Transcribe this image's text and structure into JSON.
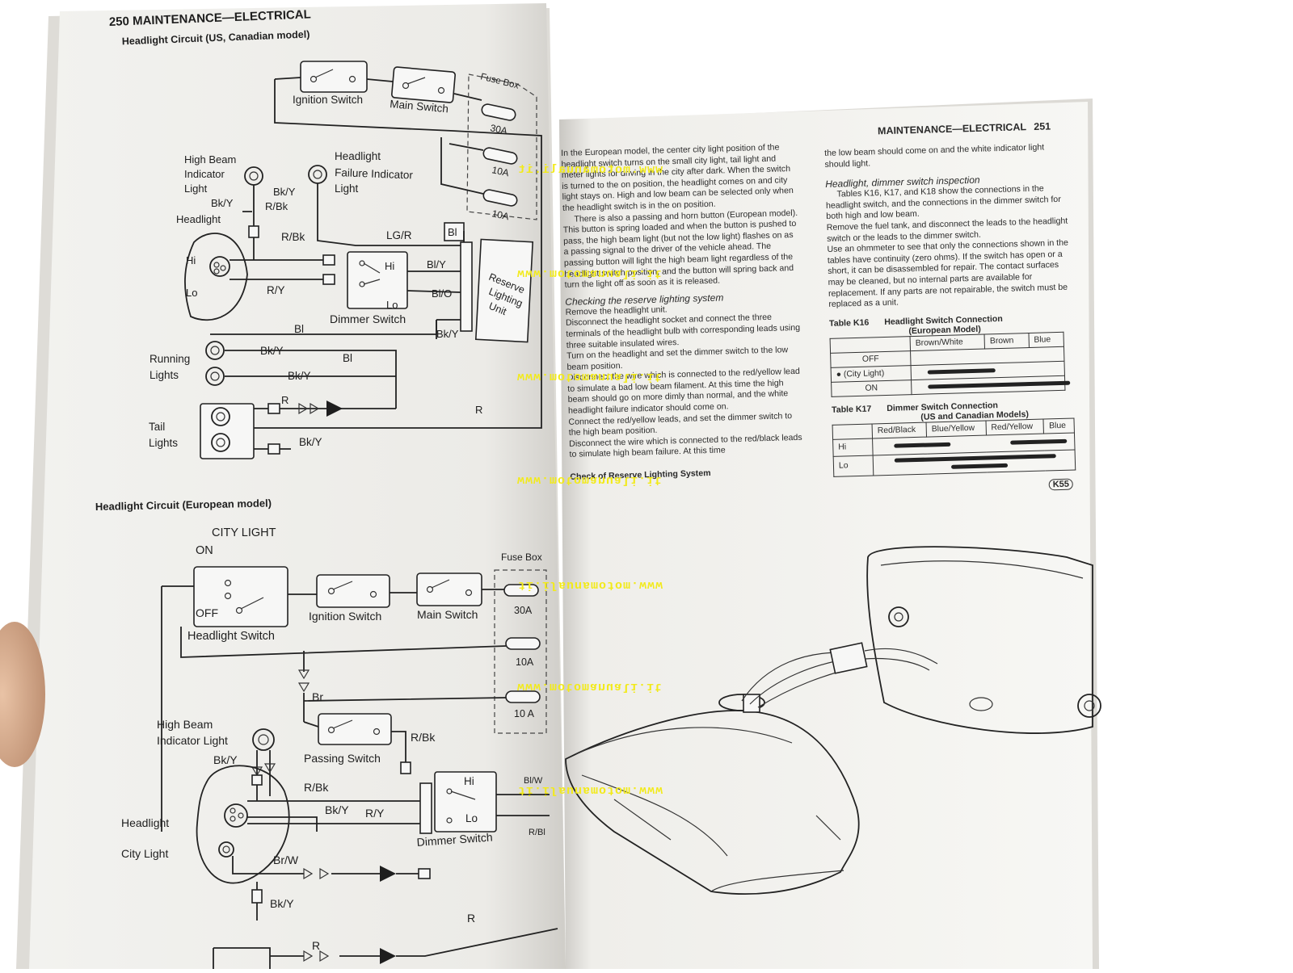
{
  "left_page": {
    "header": "250 MAINTENANCE—ELECTRICAL",
    "title_us": "Headlight Circuit (US, Canadian model)",
    "title_eu": "Headlight Circuit (European model)",
    "us_labels": {
      "fuse_box": "Fuse Box",
      "ignition_switch": "Ignition Switch",
      "main_switch": "Main Switch",
      "fuse_30a": "30A",
      "fuse_10a_1": "10A",
      "fuse_10a_2": "10A",
      "high_beam_indicator": [
        "High Beam",
        "Indicator",
        "Light"
      ],
      "failure_indicator": [
        "Headlight",
        "Failure Indicator",
        "Light"
      ],
      "headlight": "Headlight",
      "hi": "Hi",
      "lo": "Lo",
      "dimmer_switch": "Dimmer Switch",
      "reserve_unit": [
        "Reserve",
        "Lighting",
        "Unit"
      ],
      "running_lights": [
        "Running",
        "Lights"
      ],
      "tail_lights": [
        "Tail",
        "Lights"
      ],
      "wire_bky_1": "Bk/Y",
      "wire_bky_2": "Bk/Y",
      "wire_rbk_1": "R/Bk",
      "wire_rbk_2": "R/Bk",
      "wire_lgr": "LG/R",
      "wire_bl_1": "Bl",
      "wire_bly": "Bl/Y",
      "wire_blo": "Bl/O",
      "wire_ry": "R/Y",
      "wire_bky_3": "Bk/Y",
      "wire_bl_2": "Bl",
      "wire_bky_4": "Bk/Y",
      "wire_bl_3": "Bl",
      "wire_bky_5": "Bk/Y",
      "wire_r_1": "R",
      "wire_r_2": "R",
      "wire_bky_6": "Bk/Y"
    },
    "eu_labels": {
      "city_light": "CITY LIGHT",
      "on": "ON",
      "off": "OFF",
      "headlight_switch": "Headlight Switch",
      "ignition_switch": "Ignition Switch",
      "main_switch": "Main Switch",
      "fuse_box": "Fuse Box",
      "fuse_30a": "30A",
      "fuse_10a_1": "10A",
      "fuse_10a_2": "10 A",
      "wire_br": "Br",
      "high_beam_indicator": [
        "High Beam",
        "Indicator Light"
      ],
      "passing_switch": "Passing Switch",
      "wire_rbk_1": "R/Bk",
      "wire_bky_1": "Bk/Y",
      "wire_rbk_2": "R/Bk",
      "hi": "Hi",
      "lo": "Lo",
      "wire_blw": "Bl/W",
      "wire_bky_2": "Bk/Y",
      "wire_ry": "R/Y",
      "headlight": "Headlight",
      "dimmer_switch": "Dimmer Switch",
      "wire_rbl": "R/Bl",
      "city_light_lbl": "City Light",
      "wire_brw": "Br/W",
      "wire_bky_3": "Bk/Y",
      "wire_r_1": "R",
      "wire_r_2": "R"
    }
  },
  "right_page": {
    "header": "MAINTENANCE—ELECTRICAL",
    "page_number": "251",
    "col1_paragraphs": [
      "In the European model, the center city light position of the headlight switch turns on the small city light, tail light and meter lights for driving in the city after dark.  When the switch is turned to the on position, the headlight comes on and city light stays on.  High and low beam can be selected only when the headlight switch is in the on position.",
      "There is also a passing and horn button (European model).  This button is spring loaded and when the button is pushed to pass, the high beam light (but not the low light) flashes on as a passing signal to the driver of the vehicle ahead.  The passing button will light the high beam light regardless of the headlight switch position, and the button will spring back and turn the light off as soon as it is released."
    ],
    "reserve_heading": "Checking the reserve lighting system",
    "reserve_bullets": [
      "Remove the headlight unit.",
      "Disconnect the headlight socket and connect the three terminals of the headlight bulb with corresponding leads using three suitable insulated wires.",
      "Turn on the headlight and set the dimmer switch to the low beam position.",
      "Disconnect the wire which is connected to the red/yellow lead to simulate a bad low beam filament.  At this time the high beam should go on more dimly than normal, and the white headlight failure indicator should come on.",
      "Connect the red/yellow leads, and set the dimmer switch to the high beam position.",
      "Disconnect the wire which is connected to the red/black leads to simulate high beam failure.  At this time"
    ],
    "figure_caption": "Check of Reserve Lighting System",
    "figure_tag": "K55",
    "col2_intro": "the low beam should come on and the white indicator light should light.",
    "dimmer_heading": "Headlight, dimmer switch inspection",
    "dimmer_para": "Tables K16, K17, and K18 show the connections in the headlight switch, and the connections in the dimmer switch for both high and low beam.",
    "dimmer_bullets": [
      "Remove the fuel tank, and disconnect the leads to the headlight switch or the leads to the dimmer switch.",
      "Use an ohmmeter to see that only the connections shown in the tables have continuity (zero ohms).  If the switch has open or a short, it can be disassembled for repair.  The contact surfaces may be cleaned, but no internal parts are available for replacement.  If any parts are not repairable, the switch must be replaced as a unit."
    ],
    "table_k16": {
      "label": "Table K16",
      "title": "Headlight Switch Connection",
      "subtitle": "(European Model)",
      "columns": [
        "Brown/White",
        "Brown",
        "Blue"
      ],
      "rows": [
        "OFF",
        "● (City Light)",
        "ON"
      ]
    },
    "table_k17": {
      "label": "Table K17",
      "title": "Dimmer Switch Connection",
      "subtitle": "(US and Canadian Models)",
      "columns": [
        "Red/Black",
        "Blue/Yellow",
        "Red/Yellow",
        "Blue"
      ],
      "rows": [
        "Hi",
        "Lo"
      ]
    }
  },
  "watermark": "www.motomanuali.it",
  "colors": {
    "paper": "#f4f4f1",
    "ink": "#1e1e1e",
    "watermark": "#f2ea1a",
    "background": "#ffffff"
  }
}
